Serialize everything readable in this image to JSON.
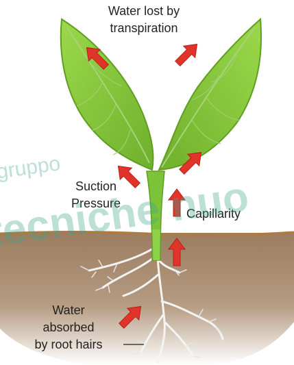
{
  "labels": {
    "transpiration_line1": "Water lost by",
    "transpiration_line2": "transpiration",
    "suction_line1": "Suction",
    "suction_line2": "Pressure",
    "capillarity": "Capillarity",
    "absorbed_line1": "Water",
    "absorbed_line2": "absorbed",
    "absorbed_line3": "by root hairs"
  },
  "watermark": {
    "line1": "gruppo",
    "line2": "tecniche nuo"
  },
  "colors": {
    "leaf": "#8ccf3a",
    "leaf_dark": "#5f9e22",
    "stem": "#7cc33a",
    "arrow": "#e0342b",
    "soil": "#a4876a",
    "ground_line": "#b07a3a",
    "roots": "#f2f2f2",
    "watermark": "#3fa38a"
  },
  "icons": {
    "arrow": "red-arrow-icon"
  }
}
